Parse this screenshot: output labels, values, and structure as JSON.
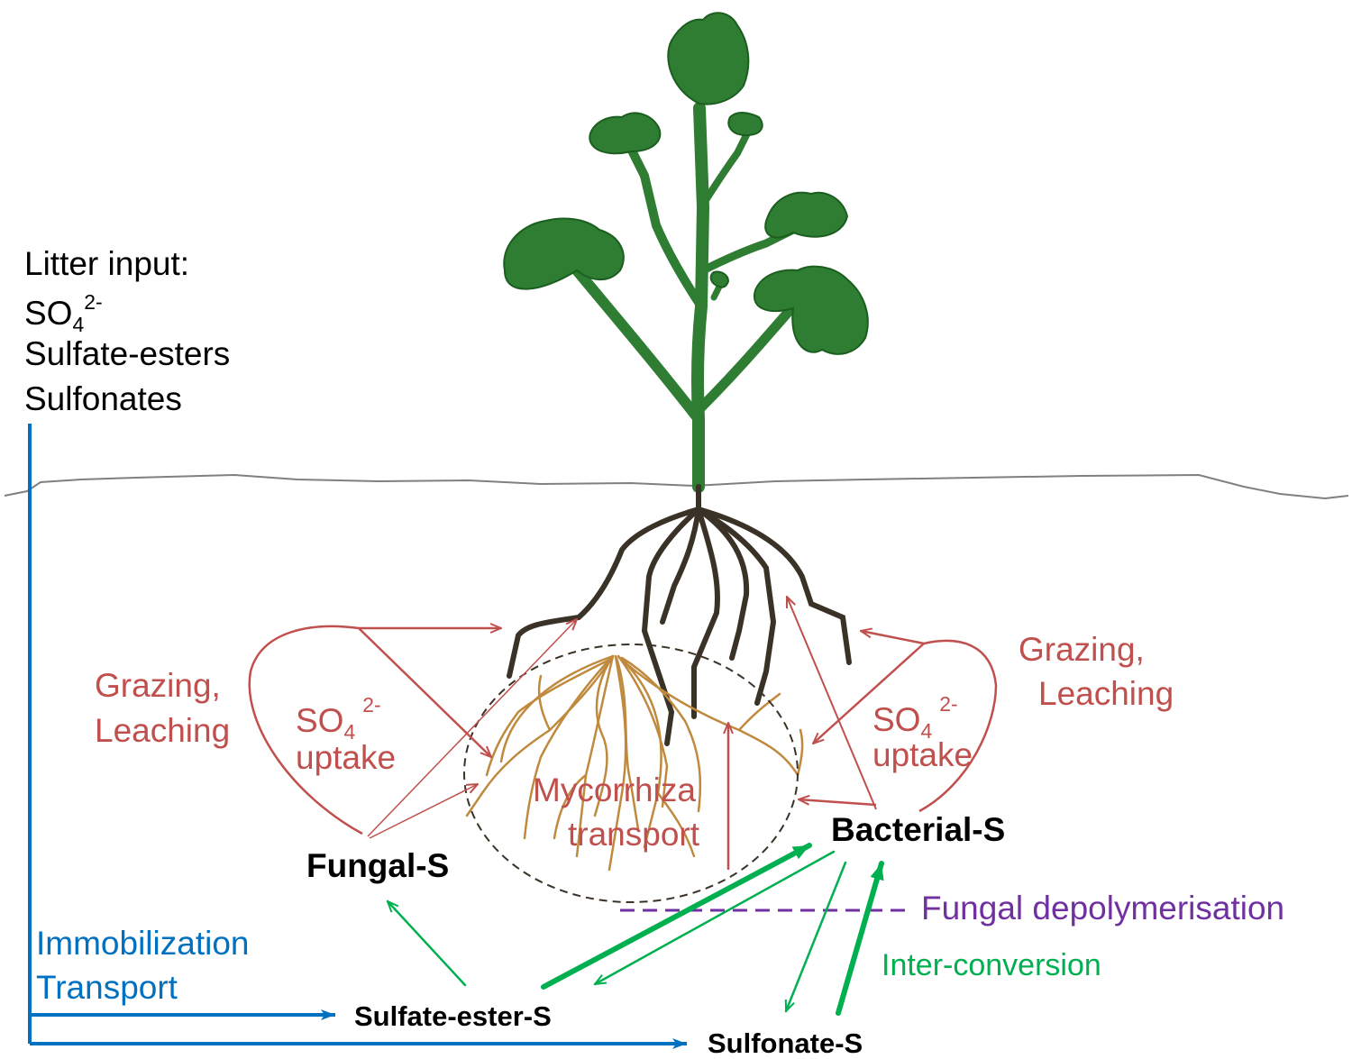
{
  "litter": {
    "title": "Litter input:",
    "so4_base": "SO",
    "so4_sub": "4",
    "so4_sup": "2-",
    "line2": "Sulfate-esters",
    "line3": "Sulfonates"
  },
  "left_loop": {
    "grazing": "Grazing,",
    "leaching": "Leaching",
    "so4_base": "SO",
    "so4_sub": "4",
    "so4_sup": "2-",
    "uptake": "uptake"
  },
  "right_loop": {
    "grazing": "Grazing,",
    "leaching": "Leaching",
    "so4_base": "SO",
    "so4_sub": "4",
    "so4_sup": "2-",
    "uptake": "uptake"
  },
  "mycorrhiza": {
    "line1": "Mycorrhiza",
    "line2": "transport"
  },
  "pools": {
    "fungal": "Fungal-S",
    "bacterial": "Bacterial-S",
    "sulfate_ester": "Sulfate-ester-S",
    "sulfonate": "Sulfonate-S"
  },
  "processes": {
    "immobilization": "Immobilization",
    "transport": "Transport",
    "fungal_depolymerisation": "Fungal depolymerisation",
    "inter_conversion": "Inter-conversion"
  },
  "colors": {
    "flux_red": "#c0504d",
    "immobilization_blue": "#0070c0",
    "conversion_green": "#00b050",
    "depolymerisation_purple": "#7030a0",
    "leaf_green": "#2e7d32",
    "root_dark": "#3a3226",
    "hyphae_brown": "#c08a3e",
    "soil_line": "#808080"
  }
}
